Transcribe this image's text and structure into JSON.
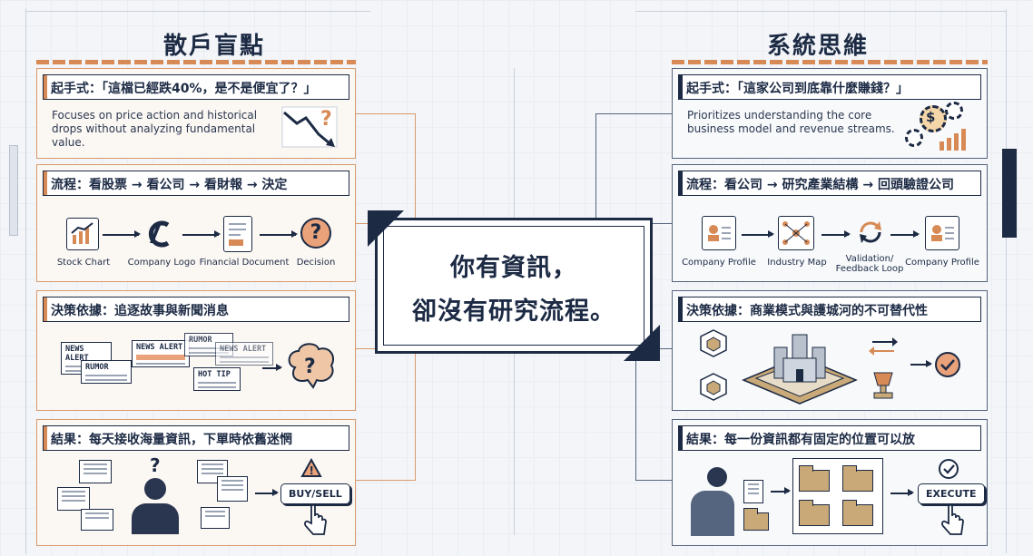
{
  "left_title": "散戶盲點",
  "right_title": "系統思維",
  "center": {
    "line1": "你有資訊，",
    "line2": "卻沒有研究流程。"
  },
  "left_panels": {
    "start": {
      "heading": "起手式：「這檔已經跌40%，是不是便宜了？」",
      "desc": "Focuses on price action and historical drops without analyzing fundamental value."
    },
    "process": {
      "heading": "流程：看股票 → 看公司 → 看財報 → 決定",
      "steps": [
        "Stock Chart",
        "Company Logo",
        "Financial Document",
        "Decision"
      ]
    },
    "basis": {
      "heading": "決策依據：追逐故事與新聞消息",
      "news": [
        "NEWS ALERT",
        "RUMOR",
        "NEWS ALERT",
        "RUMOR",
        "NEWS ALERT",
        "HOT TIP"
      ]
    },
    "result": {
      "heading": "結果：每天接收海量資訊，下單時依舊迷惘",
      "button": "BUY/SELL"
    }
  },
  "right_panels": {
    "start": {
      "heading": "起手式：「這家公司到底靠什麼賺錢？」",
      "desc": "Prioritizes understanding the core business model and revenue streams."
    },
    "process": {
      "heading": "流程：看公司 → 研究產業結構 → 回頭驗證公司",
      "steps": [
        "Company Profile",
        "Industry Map",
        "Validation/ Feedback Loop",
        "Company Profile"
      ]
    },
    "basis": {
      "heading": "決策依據：商業模式與護城河的不可替代性"
    },
    "result": {
      "heading": "結果：每一份資訊都有固定的位置可以放",
      "button": "EXECUTE"
    }
  },
  "colors": {
    "navy": "#1c2a44",
    "accent_orange": "#d78a55",
    "panel_border_left": "#d99a6e",
    "panel_border_right": "#55657f"
  }
}
